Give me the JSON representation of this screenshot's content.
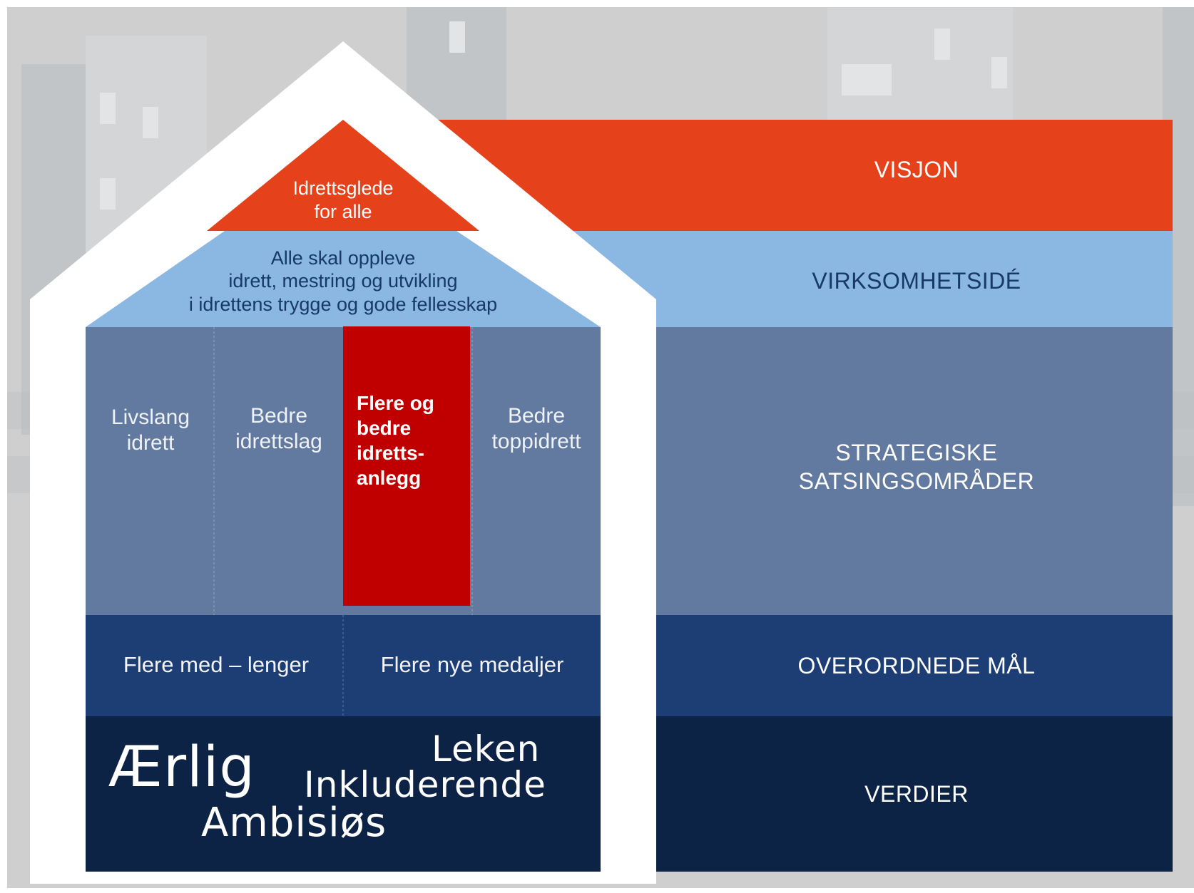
{
  "house": {
    "roof_text": "Idrettsglede for alle",
    "roof_lines": [
      "Idrettsglede",
      "for alle"
    ],
    "band_lines": [
      "Alle skal oppleve",
      "idrett, mestring og utvikling",
      "i idrettens trygge og gode fellesskap"
    ],
    "pillars": [
      {
        "lines": [
          "Livslang",
          "idrett"
        ]
      },
      {
        "lines": [
          "Bedre",
          "idrettslag"
        ]
      },
      {
        "lines": [
          "Flere og",
          "bedre",
          "idretts-",
          "anlegg"
        ]
      },
      {
        "lines": [
          "Bedre",
          "toppidrett"
        ]
      }
    ],
    "goals": [
      "Flere med – lenger",
      "Flere nye medaljer"
    ],
    "values": {
      "aerlig": "Ærlig",
      "leken": "Leken",
      "inkluderende": "Inkluderende",
      "ambisios": "Ambisiøs"
    }
  },
  "legend": {
    "visjon": "VISJON",
    "virksomhetside": "VIRKSOMHETSIDÉ",
    "strategiske": [
      "STRATEGISKE",
      "SATSINGSOMRÅDER"
    ],
    "overordnede": "OVERORDNEDE MÅL",
    "verdier": "VERDIER"
  },
  "colors": {
    "orange": "#e5411a",
    "light_blue": "#8bb7e3",
    "slate_blue": "#6279a0",
    "navy": "#1d3d75",
    "dark_navy": "#0d2346",
    "highlight_red": "#c00000"
  }
}
